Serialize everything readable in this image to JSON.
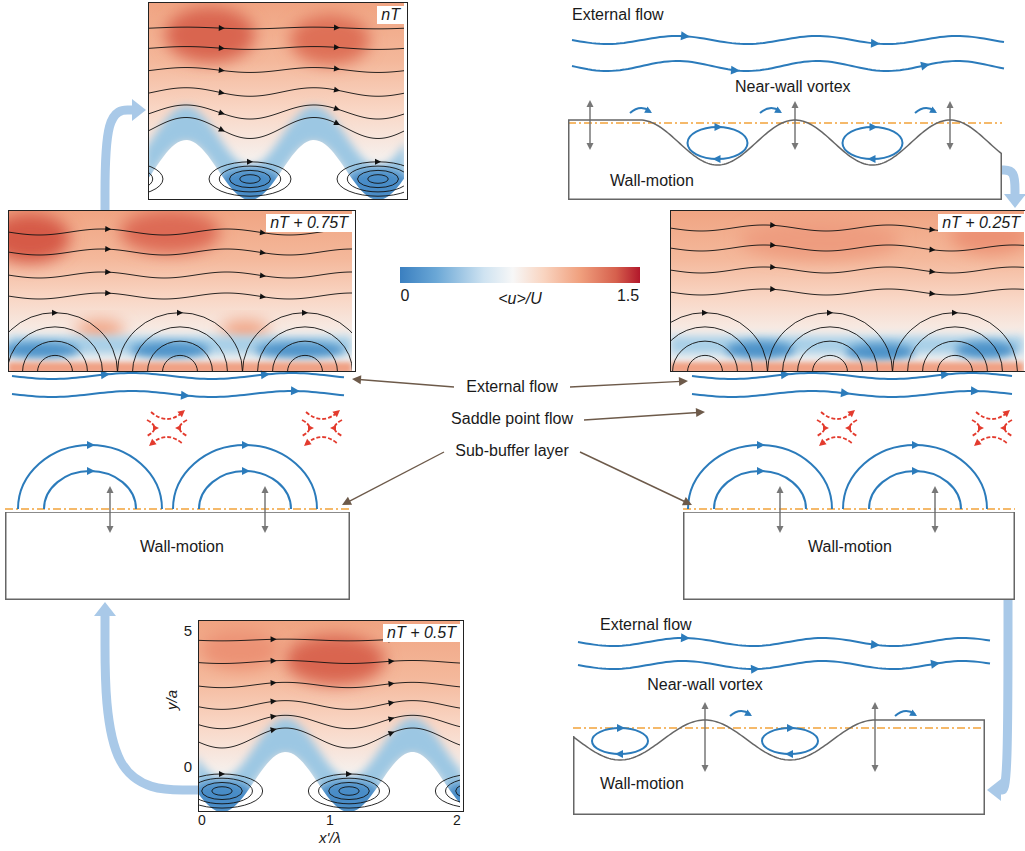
{
  "diagram": {
    "nodes": [
      {
        "text": [
          "nT"
        ]
      },
      {
        "text": [
          "Wall-motion"
        ]
      },
      {
        "text": [
          "nT + 0.75T"
        ]
      },
      {
        "text": [
          "nT + 0.25T"
        ]
      },
      {
        "text": [
          "Wall-motion"
        ]
      },
      {
        "text": [
          "Wall-motion"
        ]
      },
      {
        "text": [
          "nT + 0.5T"
        ]
      },
      {
        "text": [
          "Wall-motion"
        ]
      }
    ],
    "edges": [
      {
        "from": 1,
        "to": 3,
        "arrow": "to"
      },
      {
        "from": 5,
        "to": 7,
        "arrow": "to"
      },
      {
        "from": 6,
        "to": 4,
        "arrow": "to"
      },
      {
        "from": 2,
        "to": 0,
        "arrow": "to"
      }
    ],
    "labels": [
      "External flow",
      "Near-wall vortex",
      "0",
      "<u>/U",
      "1.5",
      "External flow",
      "Saddle point flow",
      "Sub-buffer layer",
      "External flow",
      "Near-wall vortex",
      "5",
      "0",
      "y/a",
      "0",
      "1",
      "2",
      "x'/λ"
    ]
  }
}
